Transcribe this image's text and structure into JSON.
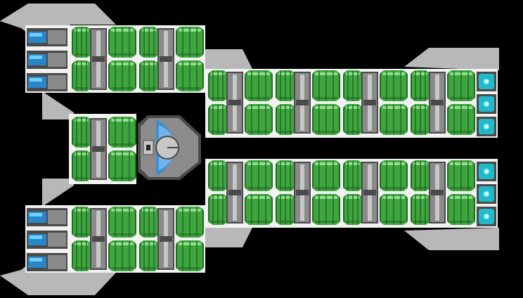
{
  "ship": {
    "hull_color": "#b8b8b8",
    "container_color": "#3fa53f",
    "container_highlight": "#8fe08a",
    "container_shadow": "#1f6a22",
    "frame_color": "#8a8a8a",
    "frame_highlight": "#c7c7c7",
    "frame_shadow": "#4a4a4a",
    "thruster_color": "#2a86c8",
    "thruster_glow": "#6fd0ff",
    "node_color": "#22b9c9",
    "node_glow": "#7ff3ff",
    "cockpit_glass": "#3e8fd0",
    "cockpit_glass_light": "#9fd5ff",
    "cockpit_body": "#8c8c8c"
  },
  "modules": {
    "thruster_pods": 6,
    "connector_nodes": 6,
    "cargo_rows": 4,
    "cockpit": 1
  }
}
